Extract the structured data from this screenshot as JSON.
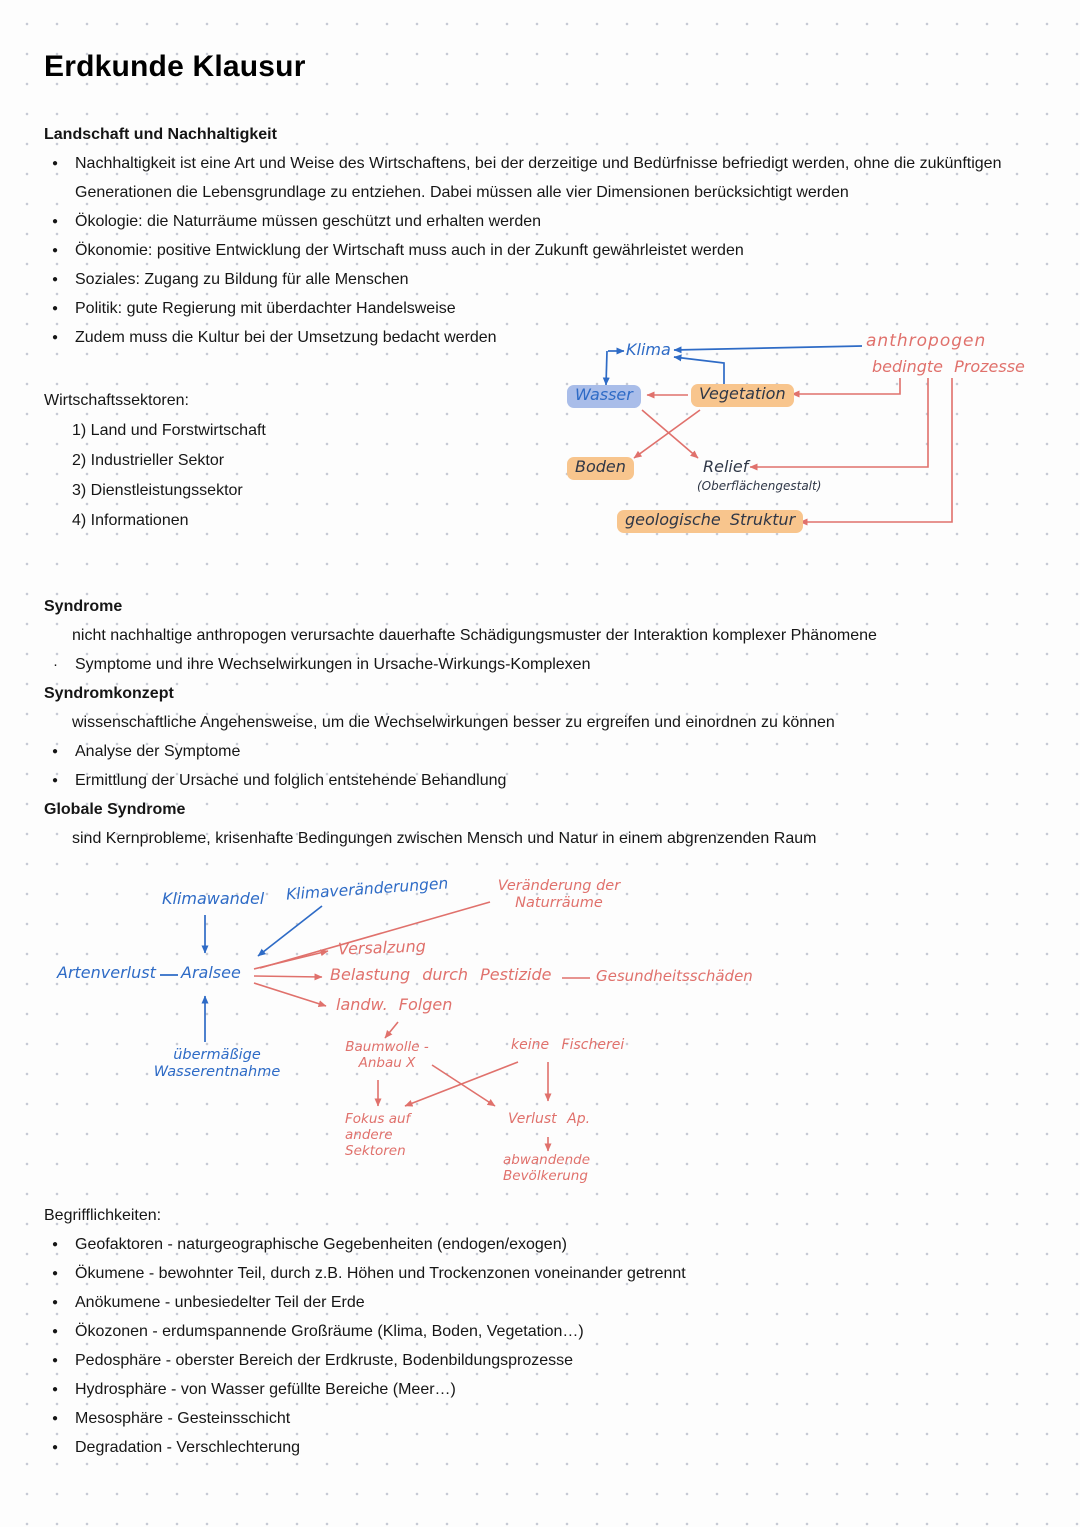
{
  "glyphs": {
    "bullet": "●",
    "small_bullet": "·",
    "dash": "—"
  },
  "title": "Erdkunde Klausur",
  "colors": {
    "ink_blue": "#2e6bc6",
    "ink_red": "#e0716c",
    "highlight_blue": "#a9bde9",
    "highlight_orange": "#f8c58d"
  },
  "nachhaltigkeit": {
    "heading": "Landschaft und Nachhaltigkeit",
    "bullets": [
      "Nachhaltigkeit ist eine Art und Weise des Wirtschaftens, bei der derzeitige und Bedürfnisse befriedigt werden, ohne die zukünftigen Generationen die Lebensgrundlage zu entziehen. Dabei müssen alle vier Dimensionen berücksichtigt werden",
      "Ökologie: die Naturräume müssen geschützt und erhalten werden",
      "Ökonomie: positive Entwicklung der Wirtschaft muss auch in der Zukunft gewährleistet werden",
      "Soziales: Zugang zu Bildung für alle Menschen",
      "Politik: gute Regierung mit überdachter Handelsweise",
      "Zudem muss die Kultur bei der Umsetzung bedacht werden"
    ]
  },
  "sektoren": {
    "heading": "Wirtschaftssektoren:",
    "items": [
      "1) Land und Forstwirtschaft",
      "2) Industrieller Sektor",
      "3) Dienstleistungssektor",
      "4) Informationen"
    ]
  },
  "oekofaktoren_diagramm": {
    "klima": "Klima",
    "anthropogen_line1": "anthropogen",
    "anthropogen_line2": "bedingte Prozesse",
    "wasser": "Wasser",
    "vegetation": "Vegetation",
    "boden": "Boden",
    "relief": "Relief",
    "relief_sub": "(Oberflächengestalt)",
    "geologische_struktur": "geologische Struktur"
  },
  "syndrome": {
    "heading": "Syndrome",
    "line1": "nicht nachhaltige anthropogen verursachte dauerhafte Schädigungsmuster der Interaktion komplexer Phänomene",
    "line2": "Symptome und ihre Wechselwirkungen in Ursache-Wirkungs-Komplexen",
    "konzept_heading": "Syndromkonzept",
    "konzept_line1": "wissenschaftliche Angehensweise, um die Wechselwirkungen besser zu ergreifen und einordnen zu können",
    "konzept_bullets": [
      "Analyse der Symptome",
      "Ermittlung der Ursache und folglich entstehende Behandlung"
    ],
    "global_heading": "Globale Syndrome",
    "global_line": "sind Kernprobleme, krisenhafte Bedingungen zwischen Mensch und Natur in einem abgrenzenden Raum"
  },
  "aralsee_diagramm": {
    "klimawandel": "Klimawandel",
    "klimaveraenderungen": "Klimaveränderungen",
    "veraenderung_line1": "Veränderung der",
    "veraenderung_line2": "Naturräume",
    "artenverlust": "Artenverlust",
    "aralsee": "Aralsee",
    "versalzung": "Versalzung",
    "belastung": "Belastung durch Pestizide",
    "gesundheitsschaeden": "Gesundheitsschäden",
    "landw_folgen": "landw. Folgen",
    "baumwolle_line1": "Baumwolle -",
    "baumwolle_line2": "Anbau X",
    "keine_fischerei": "keine Fischerei",
    "fokus_line1": "Fokus auf",
    "fokus_line2": "andere",
    "fokus_line3": "Sektoren",
    "verlust": "Verlust Ap.",
    "abwanderung_line1": "abwandende",
    "abwanderung_line2": "Bevölkerung",
    "wasserentnahme_line1": "übermäßige",
    "wasserentnahme_line2": "Wasserentnahme"
  },
  "begriffe": {
    "heading": "Begrifflichkeiten:",
    "bullets": [
      "Geofaktoren - naturgeographische Gegebenheiten (endogen/exogen)",
      "Ökumene - bewohnter Teil, durch z.B. Höhen und Trockenzonen voneinander getrennt",
      "Anökumene - unbesiedelter Teil der Erde",
      "Ökozonen - erdumspannende Großräume (Klima, Boden, Vegetation…)",
      "Pedosphäre - oberster Bereich der Erdkruste, Bodenbildungsprozesse",
      "Hydrosphäre - von Wasser gefüllte Bereiche (Meer…)",
      "Mesosphäre - Gesteinsschicht",
      "Degradation - Verschlechterung"
    ]
  }
}
